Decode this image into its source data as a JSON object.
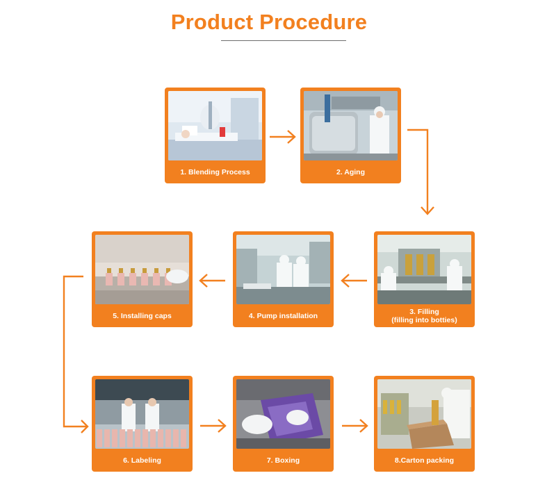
{
  "header": {
    "title": "Product Procedure"
  },
  "steps": [
    {
      "label": "1. Blending Process",
      "scene": "lab-blending-photo"
    },
    {
      "label": "2. Aging",
      "scene": "steel-tank-aging-photo"
    },
    {
      "label": "3. Filling",
      "sublabel": "(filling into botties)",
      "scene": "filling-line-photo"
    },
    {
      "label": "4. Pump installation",
      "scene": "pump-installation-photo"
    },
    {
      "label": "5. Installing caps",
      "scene": "cap-installing-photo"
    },
    {
      "label": "6. Labeling",
      "scene": "labeling-photo"
    },
    {
      "label": "7. Boxing",
      "scene": "boxing-photo"
    },
    {
      "label": "8.Carton packing",
      "scene": "carton-packing-photo"
    }
  ],
  "colors": {
    "accent": "#f2801f",
    "caption_text": "#ffffff",
    "rule": "#6d6d6d"
  }
}
